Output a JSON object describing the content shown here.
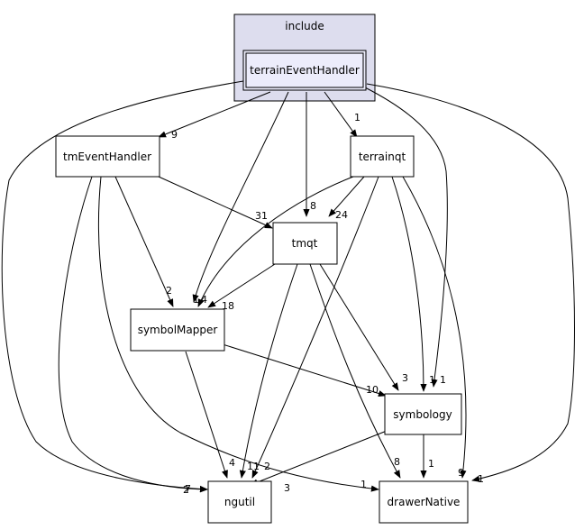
{
  "cluster": {
    "label": "include"
  },
  "nodes": {
    "terrainEventHandler": "terrainEventHandler",
    "tmEventHandler": "tmEventHandler",
    "terrainqt": "terrainqt",
    "tmqt": "tmqt",
    "symbolMapper": "symbolMapper",
    "symbology": "symbology",
    "ngutil": "ngutil",
    "drawerNative": "drawerNative"
  },
  "edges": [
    {
      "from": "terrainEventHandler",
      "to": "tmEventHandler",
      "label": "9"
    },
    {
      "from": "terrainEventHandler",
      "to": "terrainqt",
      "label": "1"
    },
    {
      "from": "terrainEventHandler",
      "to": "tmqt",
      "label": "8"
    },
    {
      "from": "terrainEventHandler",
      "to": "symbolMapper",
      "label": "1"
    },
    {
      "from": "terrainEventHandler",
      "to": "symbology",
      "label": "1"
    },
    {
      "from": "terrainEventHandler",
      "to": "ngutil",
      "label": "2"
    },
    {
      "from": "terrainEventHandler",
      "to": "drawerNative",
      "label": "1"
    },
    {
      "from": "tmEventHandler",
      "to": "tmqt",
      "label": "31"
    },
    {
      "from": "tmEventHandler",
      "to": "symbolMapper",
      "label": "2"
    },
    {
      "from": "tmEventHandler",
      "to": "ngutil",
      "label": "7"
    },
    {
      "from": "tmEventHandler",
      "to": "drawerNative",
      "label": "1"
    },
    {
      "from": "terrainqt",
      "to": "tmqt",
      "label": "24"
    },
    {
      "from": "terrainqt",
      "to": "symbolMapper",
      "label": "4"
    },
    {
      "from": "terrainqt",
      "to": "symbology",
      "label": "1"
    },
    {
      "from": "terrainqt",
      "to": "ngutil",
      "label": "2"
    },
    {
      "from": "terrainqt",
      "to": "drawerNative",
      "label": "9"
    },
    {
      "from": "tmqt",
      "to": "symbolMapper",
      "label": "18"
    },
    {
      "from": "tmqt",
      "to": "symbology",
      "label": "3"
    },
    {
      "from": "tmqt",
      "to": "ngutil",
      "label": "11"
    },
    {
      "from": "tmqt",
      "to": "drawerNative",
      "label": "8"
    },
    {
      "from": "symbolMapper",
      "to": "symbology",
      "label": "10"
    },
    {
      "from": "symbolMapper",
      "to": "ngutil",
      "label": "4"
    },
    {
      "from": "symbology",
      "to": "ngutil",
      "label": "3"
    },
    {
      "from": "symbology",
      "to": "drawerNative",
      "label": "1"
    }
  ]
}
